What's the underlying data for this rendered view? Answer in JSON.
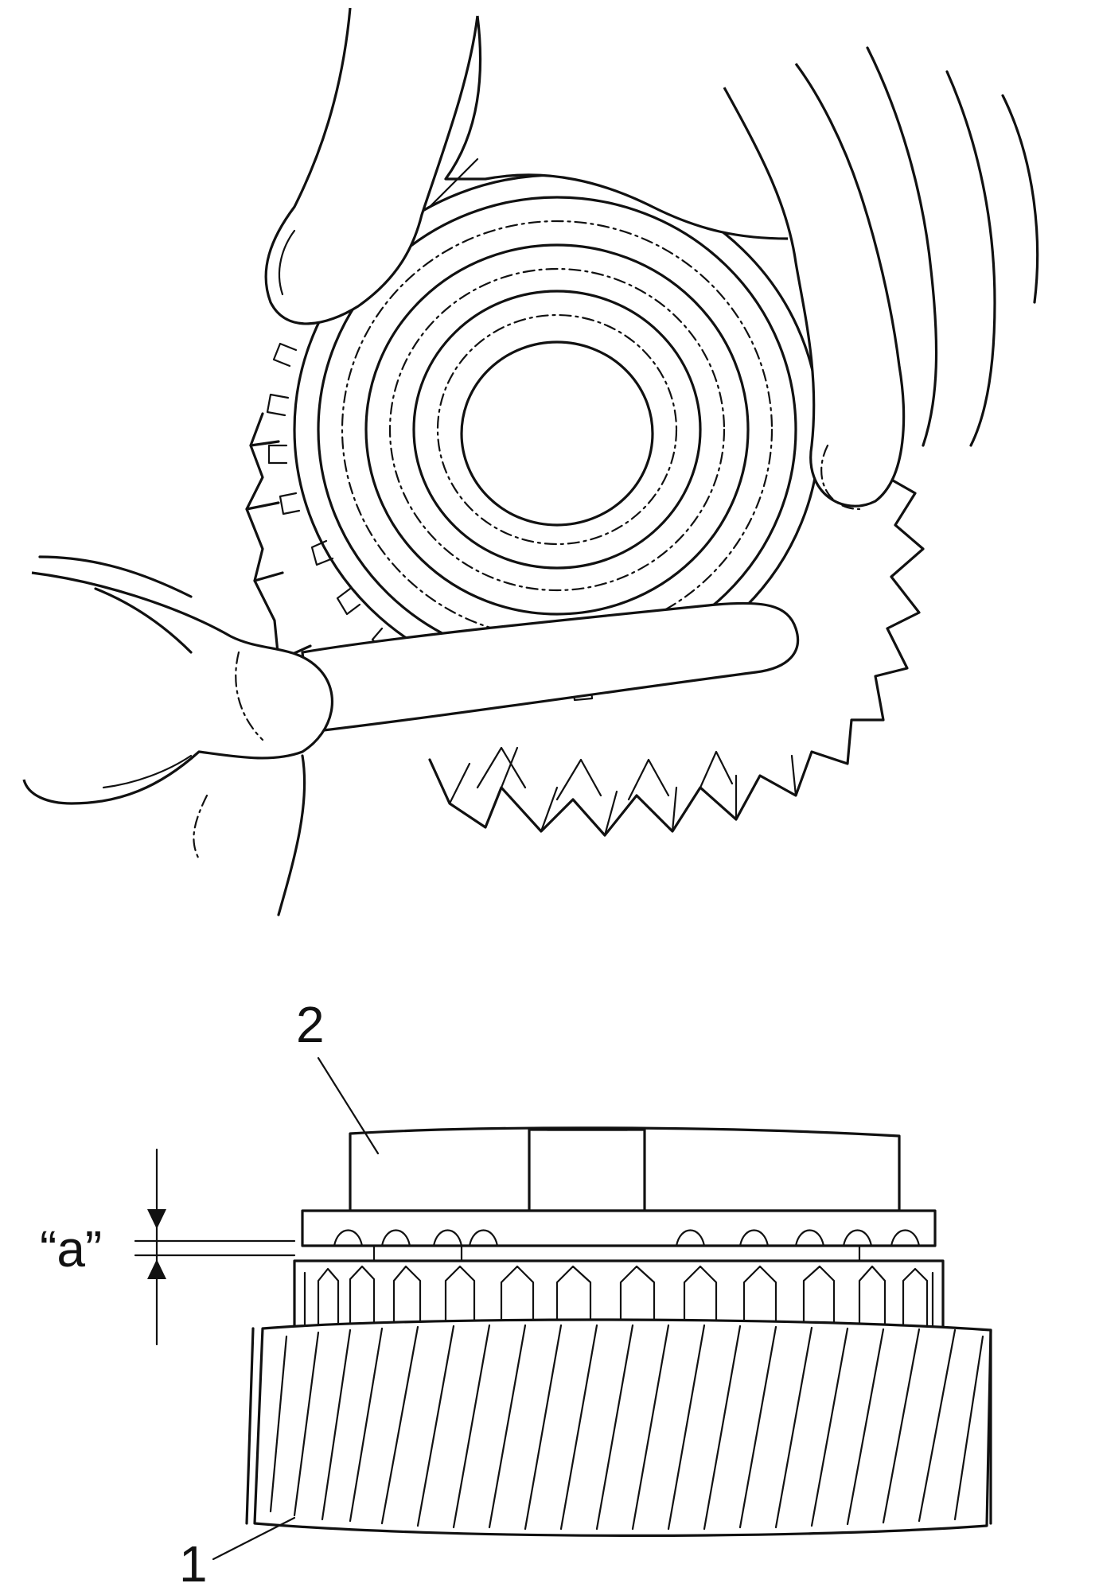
{
  "callouts": {
    "part1": "1",
    "part2": "2",
    "gap": "“a”"
  },
  "colors": {
    "ink": "#111111",
    "paper": "#ffffff"
  }
}
